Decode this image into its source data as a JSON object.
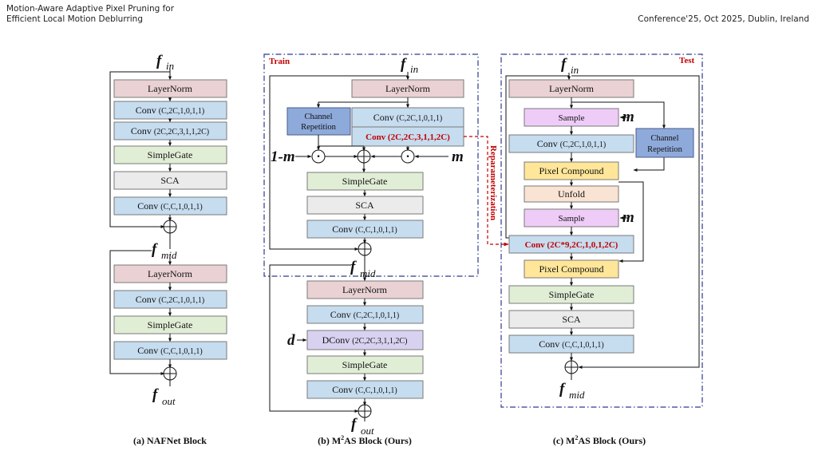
{
  "header": {
    "title_line1": "Motion-Aware Adaptive Pixel Pruning for",
    "title_line2": "Efficient Local Motion Deblurring",
    "conference": "Conference'25, Oct 2025, Dublin, Ireland"
  },
  "symbols": {
    "f": "f",
    "in": "in",
    "mid": "mid",
    "out": "out",
    "one_minus_m": "1-m",
    "m": "m",
    "d": "d",
    "dot": "·"
  },
  "panel_a": {
    "blocks": [
      "LayerNorm",
      "Conv",
      "Conv",
      "SimpleGate",
      "SCA",
      "Conv",
      "LayerNorm",
      "Conv",
      "SimpleGate",
      "Conv"
    ],
    "params": [
      "",
      "(C,2C,1,0,1,1)",
      "(2C,2C,3,1,1,2C)",
      "",
      "",
      "(C,C,1,0,1,1)",
      "",
      "(C,2C,1,0,1,1)",
      "",
      "(C,C,1,0,1,1)"
    ],
    "caption": "(a) NAFNet Block"
  },
  "panel_b": {
    "train_label": "Train",
    "channel_repetition_1": "Channel",
    "channel_repetition_2": "Repetition",
    "reparam_label": "Reparameterization",
    "blocks": [
      "LayerNorm",
      "Conv",
      "Conv (2C,2C,3,1,1,2C)",
      "SimpleGate",
      "SCA",
      "Conv",
      "LayerNorm",
      "Conv",
      "DConv",
      "SimpleGate",
      "Conv"
    ],
    "params": [
      "",
      "(C,2C,1,0,1,1)",
      "",
      "",
      "",
      "(C,C,1,0,1,1)",
      "",
      "(C,2C,1,0,1,1)",
      "(2C,2C,3,1,1,2C)",
      "",
      "(C,C,1,0,1,1)"
    ],
    "caption_prefix": "(b) M",
    "caption_sup": "2",
    "caption_suffix": "AS Block (Ours)"
  },
  "panel_c": {
    "test_label": "Test",
    "channel_repetition_1": "Channel",
    "channel_repetition_2": "Repetition",
    "blocks": [
      "LayerNorm",
      "Sample",
      "Conv",
      "Pixel Compound",
      "Unfold",
      "Sample",
      "Conv (2C*9,2C,1,0,1,2C)",
      "Pixel Compound",
      "SimpleGate",
      "SCA",
      "Conv"
    ],
    "params": [
      "",
      "",
      "(C,2C,1,0,1,1)",
      "",
      "",
      "",
      "",
      "",
      "",
      "",
      "(C,C,1,0,1,1)"
    ],
    "caption_prefix": "(c) M",
    "caption_sup": "2",
    "caption_suffix": "AS Block (Ours)"
  },
  "colors": {
    "layernorm": "#ead1d3",
    "conv": "#c6dcef",
    "simplegate": "#e1eed6",
    "sca": "#ebebeb",
    "dconv": "#d8d2f0",
    "channel_rep": "#8eaadb",
    "sample": "#efccf7",
    "pixel_compound": "#ffe699",
    "unfold": "#f9e3d3",
    "red": "#c00000",
    "frame": "#2f3a8f"
  }
}
